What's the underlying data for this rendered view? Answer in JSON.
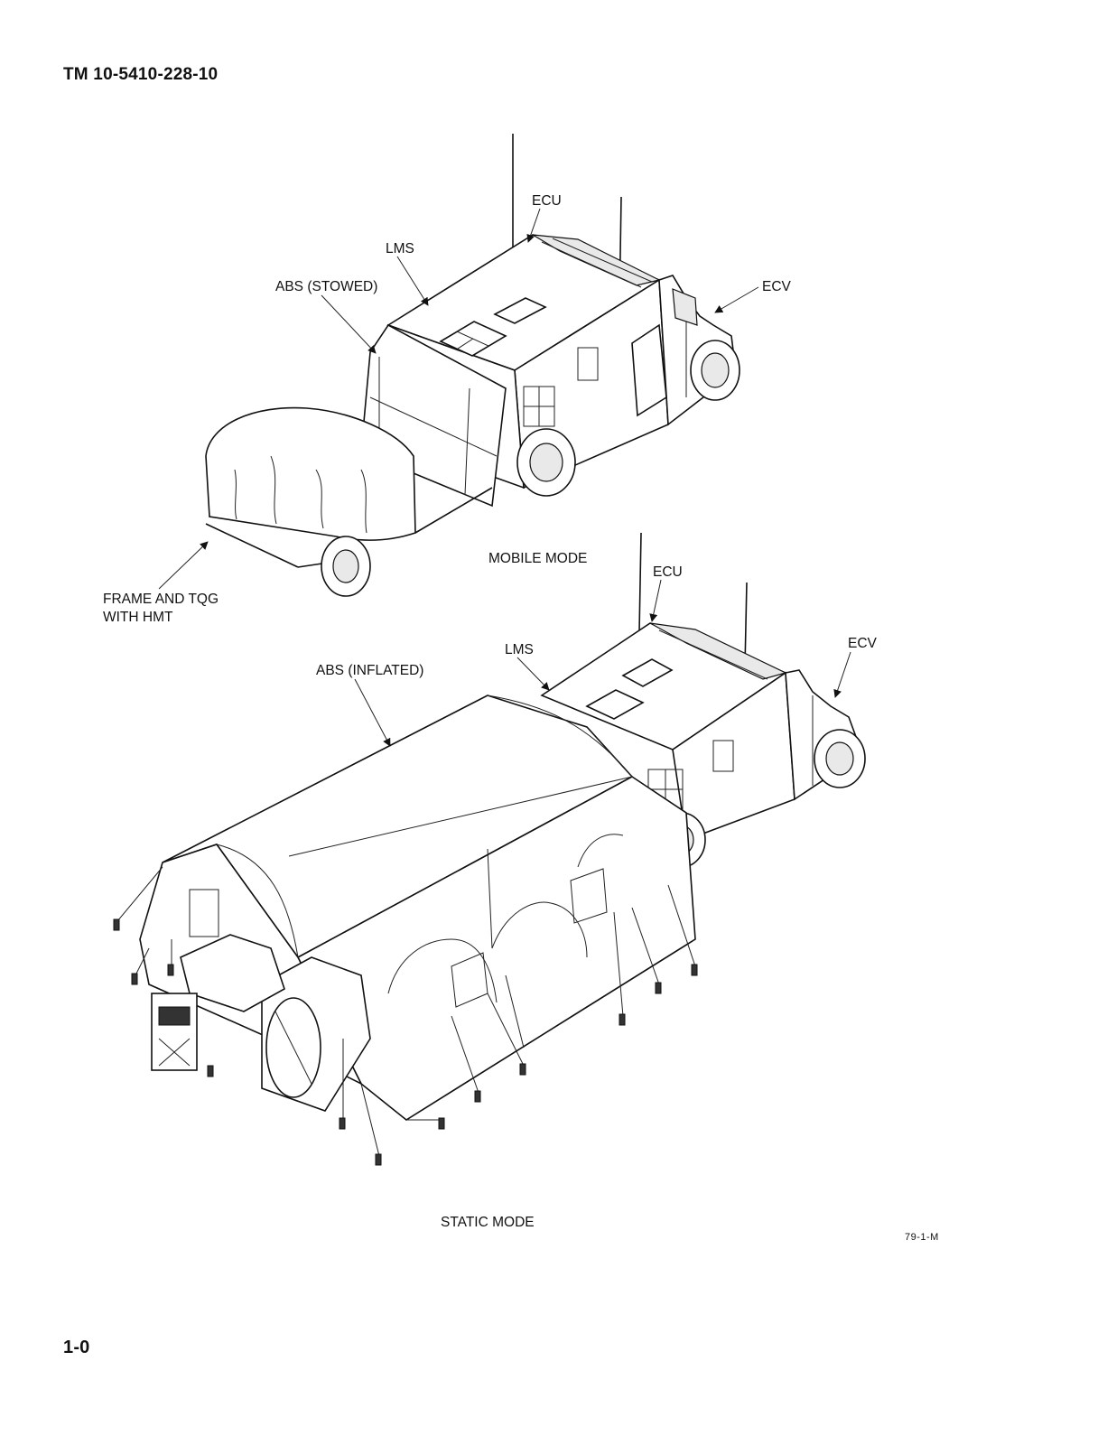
{
  "header": {
    "doc_id": "TM 10-5410-228-10"
  },
  "footer": {
    "page_number": "1-0"
  },
  "figure": {
    "figure_code": "79-1-M",
    "mobile": {
      "caption": "MOBILE MODE",
      "labels": {
        "ecu": "ECU",
        "lms": "LMS",
        "abs": "ABS (STOWED)",
        "ecv": "ECV",
        "frame_line1": "FRAME AND TQG",
        "frame_line2": "WITH HMT"
      }
    },
    "static": {
      "caption": "STATIC MODE",
      "labels": {
        "ecu": "ECU",
        "lms": "LMS",
        "abs": "ABS (INFLATED)",
        "ecv": "ECV"
      }
    }
  }
}
